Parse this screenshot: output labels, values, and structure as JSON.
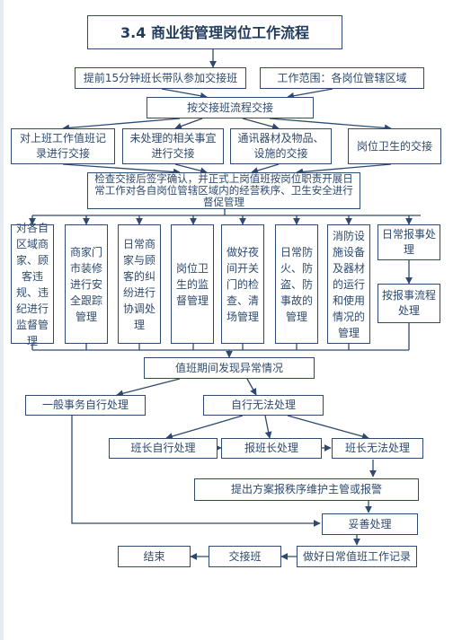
{
  "title": "3.4 商业街管理岗位工作流程",
  "row1": {
    "left": "提前15分钟班长带队参加交接班",
    "right": "工作范围：各岗位管辖区域"
  },
  "handover_process": "按交接班流程交接",
  "handover_items": [
    "对上班工作值班记录进行交接",
    "未处理的相关事宜进行交接",
    "通讯器材及物品、设施的交接",
    "岗位卫生的交接"
  ],
  "confirm": "检查交接后签字确认，并正式上岗值班按岗位职责开展日常工作对各自岗位管辖区域内的经营秩序、卫生安全进行督促管理",
  "duties": [
    "对各自区域商家、顾客违规、违纪进行监督管理",
    "商家门市装修进行安全跟踪管理",
    "日常商家与顾客的纠纷进行协调处理",
    "岗位卫生的监督管理",
    "做好夜间开关门的检查、清场管理",
    "日常防火、防盗、防事故的管理",
    "消防设施设备及器材的运行和使用情况的管理"
  ],
  "daily_report": "日常报事处理",
  "report_process": "按报事流程处理",
  "abnormal": "值班期间发现异常情况",
  "self_handle": "一般事务自行处理",
  "cannot_handle": "自行无法处理",
  "leader_self": "班长自行处理",
  "report_leader": "报班长处理",
  "leader_cannot": "班长无法处理",
  "propose": "提出方案报秩序维护主管或报警",
  "proper": "妥善处理",
  "record": "做好日常值班工作记录",
  "handover": "交接班",
  "end": "结束"
}
